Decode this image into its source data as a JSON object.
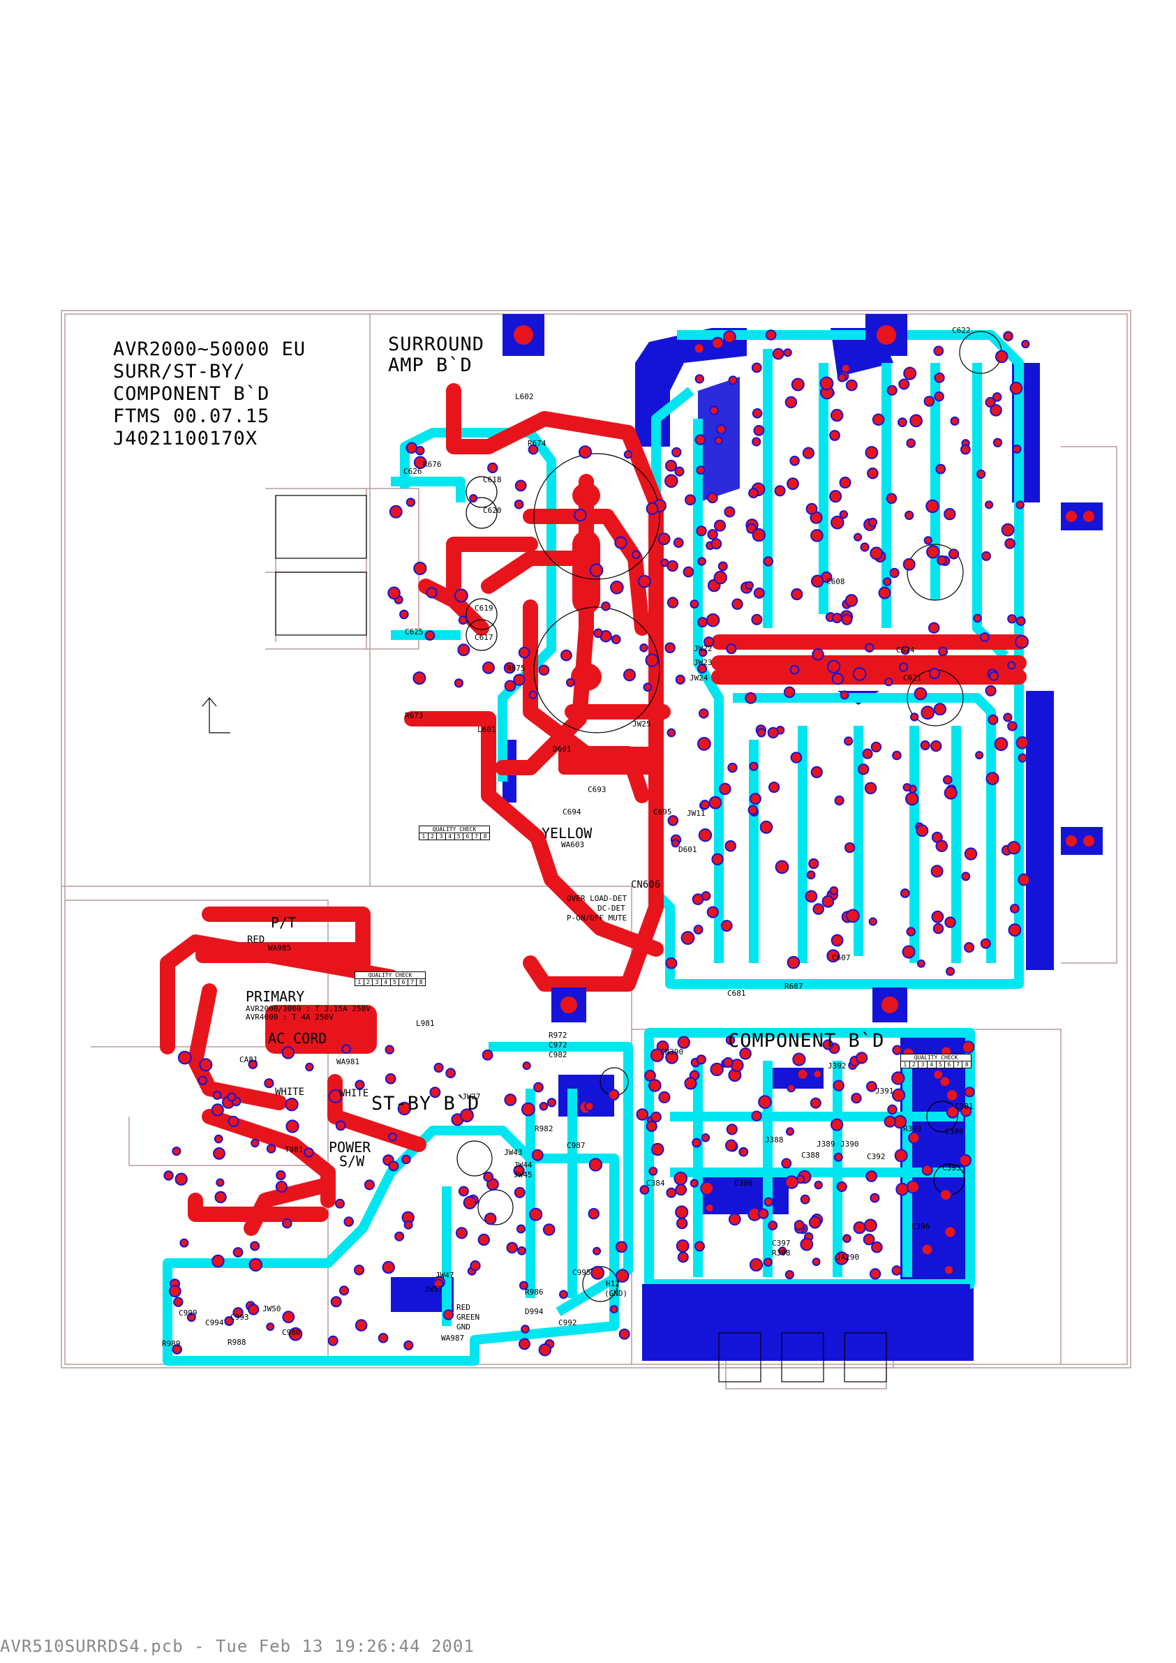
{
  "title_block": {
    "line1": "AVR2000~50000 EU",
    "line2": "SURR/ST-BY/",
    "line3": "COMPONENT B`D",
    "line4": "FTMS 00.07.15",
    "line5": "J4021100170X"
  },
  "section_labels": {
    "surround_line1": "SURROUND",
    "surround_line2": "AMP B`D",
    "standby": "ST-BY B`D",
    "component": "COMPONENT B`D"
  },
  "primary_area": {
    "pt": "P/T",
    "red": "RED",
    "wa985": "WA985",
    "primary": "PRIMARY",
    "fuse1": "AVR2000/3000 : T 3.15A 250V",
    "fuse2": "AVR4000 : T 4A 250V",
    "ac_cord": "AC CORD",
    "ca81": "CA81",
    "white1": "WHITE",
    "white2": "WHITE",
    "power": "POWER",
    "sw": "S/W",
    "t981": "T981",
    "l981": "L981",
    "wa981": "WA981",
    "c982": "C982"
  },
  "surround_labels": {
    "yellow": "YELLOW",
    "wa603": "WA603",
    "cn606": "CN606",
    "overload": "OVER LOAD-DET",
    "dcdet": "DC-DET",
    "mute": "P-ON/OFF MUTE",
    "l602": "L602",
    "l601": "L601",
    "c626": "C626",
    "c618": "C618",
    "c620": "C620",
    "c619": "C619",
    "c617": "C617",
    "c625": "C625",
    "r675": "R675",
    "r676": "R676",
    "r673": "R673",
    "r674": "R674",
    "c622": "C622",
    "jw22": "JW22",
    "jw23": "JW23",
    "jw24": "JW24",
    "jw25": "JW25",
    "d691": "D691",
    "c693": "C693",
    "c694": "C694",
    "c695": "C695",
    "jw11": "JW11",
    "d601": "D601",
    "c621": "C621",
    "c624": "C624",
    "c607": "C607",
    "c608": "C608",
    "c681": "C681",
    "r687": "R687"
  },
  "standby_labels": {
    "jw27": "JW27",
    "r972": "R972",
    "c972": "C972",
    "c982": "C982",
    "r982": "R982",
    "c987": "C987",
    "jw43": "JW43",
    "jw44": "JW44",
    "jw45": "JW45",
    "jw47": "JW47",
    "jw57": "JW57",
    "jw50": "JW50",
    "r989": "R989",
    "r988": "R988",
    "c980": "C980",
    "c999": "C999",
    "c994": "C994",
    "c993": "C993",
    "c992": "C992",
    "c995": "C995",
    "r986": "R986",
    "d994": "D994",
    "h12": "H12",
    "gnd": "(GND)",
    "red": "RED",
    "green": "GREEN",
    "gnd2": "GND",
    "wa987": "WA987"
  },
  "component_labels": {
    "cn390": "CN390",
    "j392": "J392",
    "j391": "J391",
    "j388": "J388",
    "j389": "J389",
    "j390": "J390",
    "ja290": "JA290",
    "c380": "C380",
    "c381": "C381",
    "c384": "C384",
    "c386": "C386",
    "c388": "C388",
    "c392": "C392",
    "c393": "C393",
    "c396": "C396",
    "c397": "C397",
    "r393": "R393",
    "r398": "R398"
  },
  "quality_check": {
    "title": "QUALITY CHECK",
    "cells": [
      "1",
      "2",
      "3",
      "4",
      "5",
      "6",
      "7",
      "8"
    ]
  },
  "footer": "AVR510SURRDS4.pcb - Tue Feb 13 19:26:44 2001",
  "colors": {
    "copper_top": "#e8141c",
    "copper_bottom": "#1414d8",
    "silk_cyan": "#00e6f0",
    "outline": "#b89a9a"
  }
}
